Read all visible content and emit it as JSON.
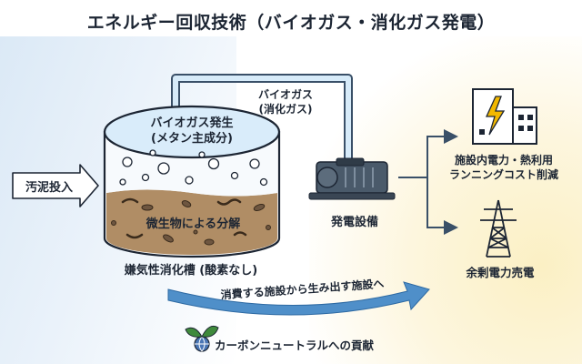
{
  "title": "エネルギー回収技術（バイオガス・消化ガス発電）",
  "input_label": "汚泥投入",
  "gas_label_line1": "バイオガス",
  "gas_label_line2": "(消化ガス)",
  "tank_gas_line1": "バイオガス発生",
  "tank_gas_line2": "(メタン主成分)",
  "microbe_label": "微生物による分解",
  "tank_label": "嫌気性消化槽 (酸素なし)",
  "generator_label": "発電設備",
  "output_facility_line1": "施設内電力・熱利用",
  "output_facility_line2": "ランニングコスト削減",
  "output_sale_label": "余剰電力売電",
  "transition_label": "消費する施設から生み出す施設へ",
  "carbon_label": "カーボンニュートラルへの貢献",
  "colors": {
    "outline": "#1c2533",
    "sludge": "#b08d65",
    "gas_space": "#d9ecfa",
    "pipe": "#d7ebf9",
    "pipe_border": "#3a5068",
    "arrow_blue": "#4f8fc9",
    "leaf_green": "#3f8a3c",
    "earth_blue": "#4a76b5"
  },
  "icons": [
    "building-lightning-icon",
    "power-tower-icon",
    "generator-pump-icon",
    "eco-globe-icon"
  ]
}
